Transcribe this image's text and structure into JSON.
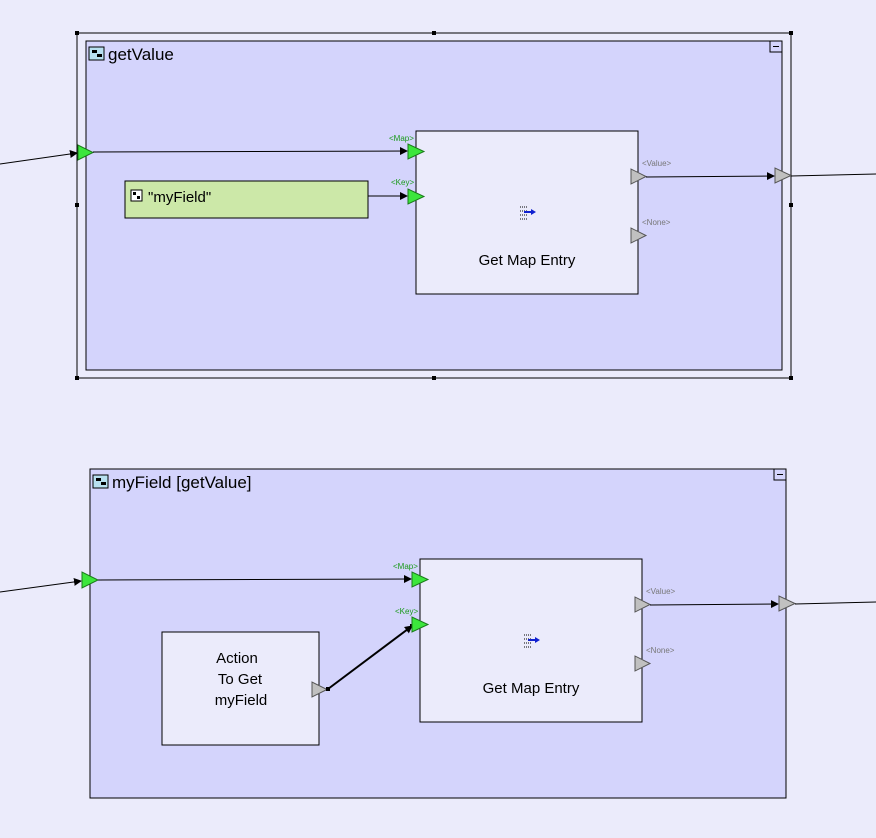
{
  "colors": {
    "canvas": "#ebebfb",
    "container": "#d4d4fc",
    "node": "#ebebfb",
    "constant": "#cce8a8",
    "input_port": "#3ce63c",
    "output_port": "#c0c0c0"
  },
  "diagrams": [
    {
      "title": "getValue",
      "selected": true,
      "collapse_glyph": "−",
      "constant": {
        "icon": "constant-icon",
        "label": "\"myField\""
      },
      "node": {
        "icon": "map-entry-icon",
        "label": "Get Map Entry",
        "inputs": [
          "<Map>",
          "<Key>"
        ],
        "outputs": [
          "<Value>",
          "<None>"
        ]
      }
    },
    {
      "title": "myField [getValue]",
      "selected": false,
      "collapse_glyph": "−",
      "action": {
        "label_lines": [
          "Action",
          "To Get",
          "myField"
        ]
      },
      "node": {
        "icon": "map-entry-icon",
        "label": "Get Map Entry",
        "inputs": [
          "<Map>",
          "<Key>"
        ],
        "outputs": [
          "<Value>",
          "<None>"
        ]
      }
    }
  ]
}
